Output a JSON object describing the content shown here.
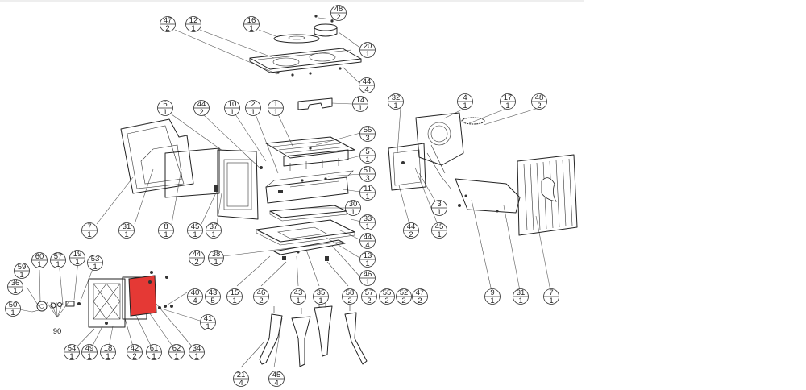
{
  "callouts": [
    {
      "top": "48",
      "bot": "2"
    },
    {
      "top": "47",
      "bot": "2"
    },
    {
      "top": "12",
      "bot": "1"
    },
    {
      "top": "16",
      "bot": "1"
    },
    {
      "top": "20",
      "bot": "1"
    },
    {
      "top": "44",
      "bot": "4"
    },
    {
      "top": "6",
      "bot": "1"
    },
    {
      "top": "44",
      "bot": "2"
    },
    {
      "top": "10",
      "bot": "1"
    },
    {
      "top": "2",
      "bot": "1"
    },
    {
      "top": "1",
      "bot": "1"
    },
    {
      "top": "14",
      "bot": "1"
    },
    {
      "top": "56",
      "bot": "3"
    },
    {
      "top": "5",
      "bot": "1"
    },
    {
      "top": "51",
      "bot": "3"
    },
    {
      "top": "11",
      "bot": "1"
    },
    {
      "top": "30",
      "bot": "1"
    },
    {
      "top": "33",
      "bot": "1"
    },
    {
      "top": "44",
      "bot": "4"
    },
    {
      "top": "13",
      "bot": "1"
    },
    {
      "top": "46",
      "bot": "1"
    },
    {
      "top": "7",
      "bot": "1"
    },
    {
      "top": "31",
      "bot": "1"
    },
    {
      "top": "8",
      "bot": "1"
    },
    {
      "top": "45",
      "bot": "1"
    },
    {
      "top": "37",
      "bot": "1"
    },
    {
      "top": "44",
      "bot": "2"
    },
    {
      "top": "38",
      "bot": "1"
    },
    {
      "top": "15",
      "bot": "1"
    },
    {
      "top": "46",
      "bot": "2"
    },
    {
      "top": "43",
      "bot": "1"
    },
    {
      "top": "35",
      "bot": "1"
    },
    {
      "top": "58",
      "bot": "2"
    },
    {
      "top": "57",
      "bot": "2"
    },
    {
      "top": "55",
      "bot": "2"
    },
    {
      "top": "52",
      "bot": "2"
    },
    {
      "top": "47",
      "bot": "2"
    },
    {
      "top": "40",
      "bot": "4"
    },
    {
      "top": "43",
      "bot": "5"
    },
    {
      "top": "41",
      "bot": "1"
    },
    {
      "top": "60",
      "bot": "1"
    },
    {
      "top": "57",
      "bot": "1"
    },
    {
      "top": "19",
      "bot": "1"
    },
    {
      "top": "53",
      "bot": "1"
    },
    {
      "top": "59",
      "bot": "1"
    },
    {
      "top": "36",
      "bot": "1"
    },
    {
      "top": "50",
      "bot": "1"
    },
    {
      "top": "54",
      "bot": "1"
    },
    {
      "top": "49",
      "bot": "1"
    },
    {
      "top": "18",
      "bot": "1"
    },
    {
      "top": "42",
      "bot": "2"
    },
    {
      "top": "61",
      "bot": "1"
    },
    {
      "top": "62",
      "bot": "1"
    },
    {
      "top": "34",
      "bot": "1"
    },
    {
      "top": "21",
      "bot": "4"
    },
    {
      "top": "45",
      "bot": "4"
    },
    {
      "top": "32",
      "bot": "1"
    },
    {
      "top": "4",
      "bot": "1"
    },
    {
      "top": "17",
      "bot": "1"
    },
    {
      "top": "48",
      "bot": "2"
    },
    {
      "top": "3",
      "bot": "1"
    },
    {
      "top": "44",
      "bot": "2"
    },
    {
      "top": "45",
      "bot": "1"
    },
    {
      "top": "9",
      "bot": "1"
    },
    {
      "top": "31",
      "bot": "1"
    },
    {
      "top": "7",
      "bot": "1"
    }
  ],
  "label_90": "90",
  "highlight_color": "#e53935"
}
